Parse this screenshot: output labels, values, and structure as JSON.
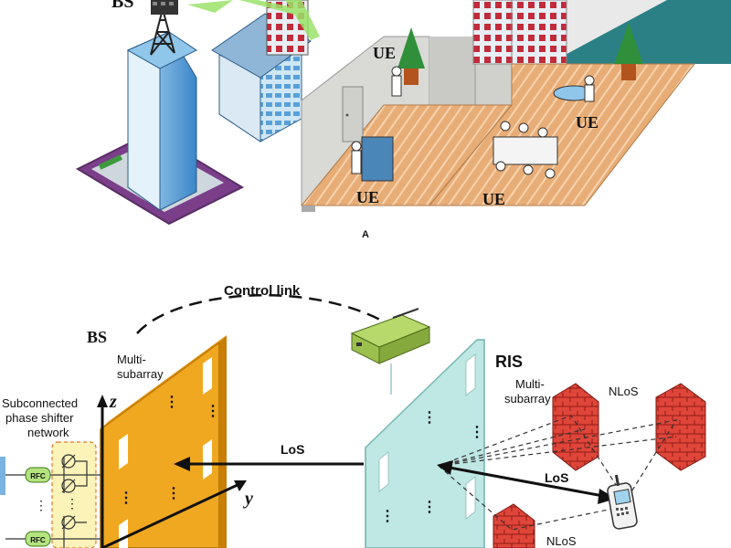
{
  "panel_a": {
    "bs_label": "BS",
    "ue_labels": [
      "UE",
      "UE",
      "UE",
      "UE"
    ],
    "caption": "A"
  },
  "panel_b": {
    "control_link": "Control link",
    "bs_label": "BS",
    "bs_multi_line1": "Multi-",
    "bs_multi_line2": "subarray",
    "network_line1": "Subconnected",
    "network_line2": "phase shifter",
    "network_line3": "network",
    "z_axis": "z",
    "y_axis": "y",
    "rfc_label": "RFC",
    "los_left": "LoS",
    "ris_label": "RIS",
    "ris_multi_line1": "Multi-",
    "ris_multi_line2": "subarray",
    "nlos_top": "NLoS",
    "los_right": "LoS",
    "nlos_bottom": "NLoS"
  },
  "colors": {
    "bs_panel": "#f0a820",
    "ris_panel": "#bfe7e4",
    "beam": "#9be36a",
    "wall": "#e0453a",
    "floor": "#e9b27d"
  }
}
